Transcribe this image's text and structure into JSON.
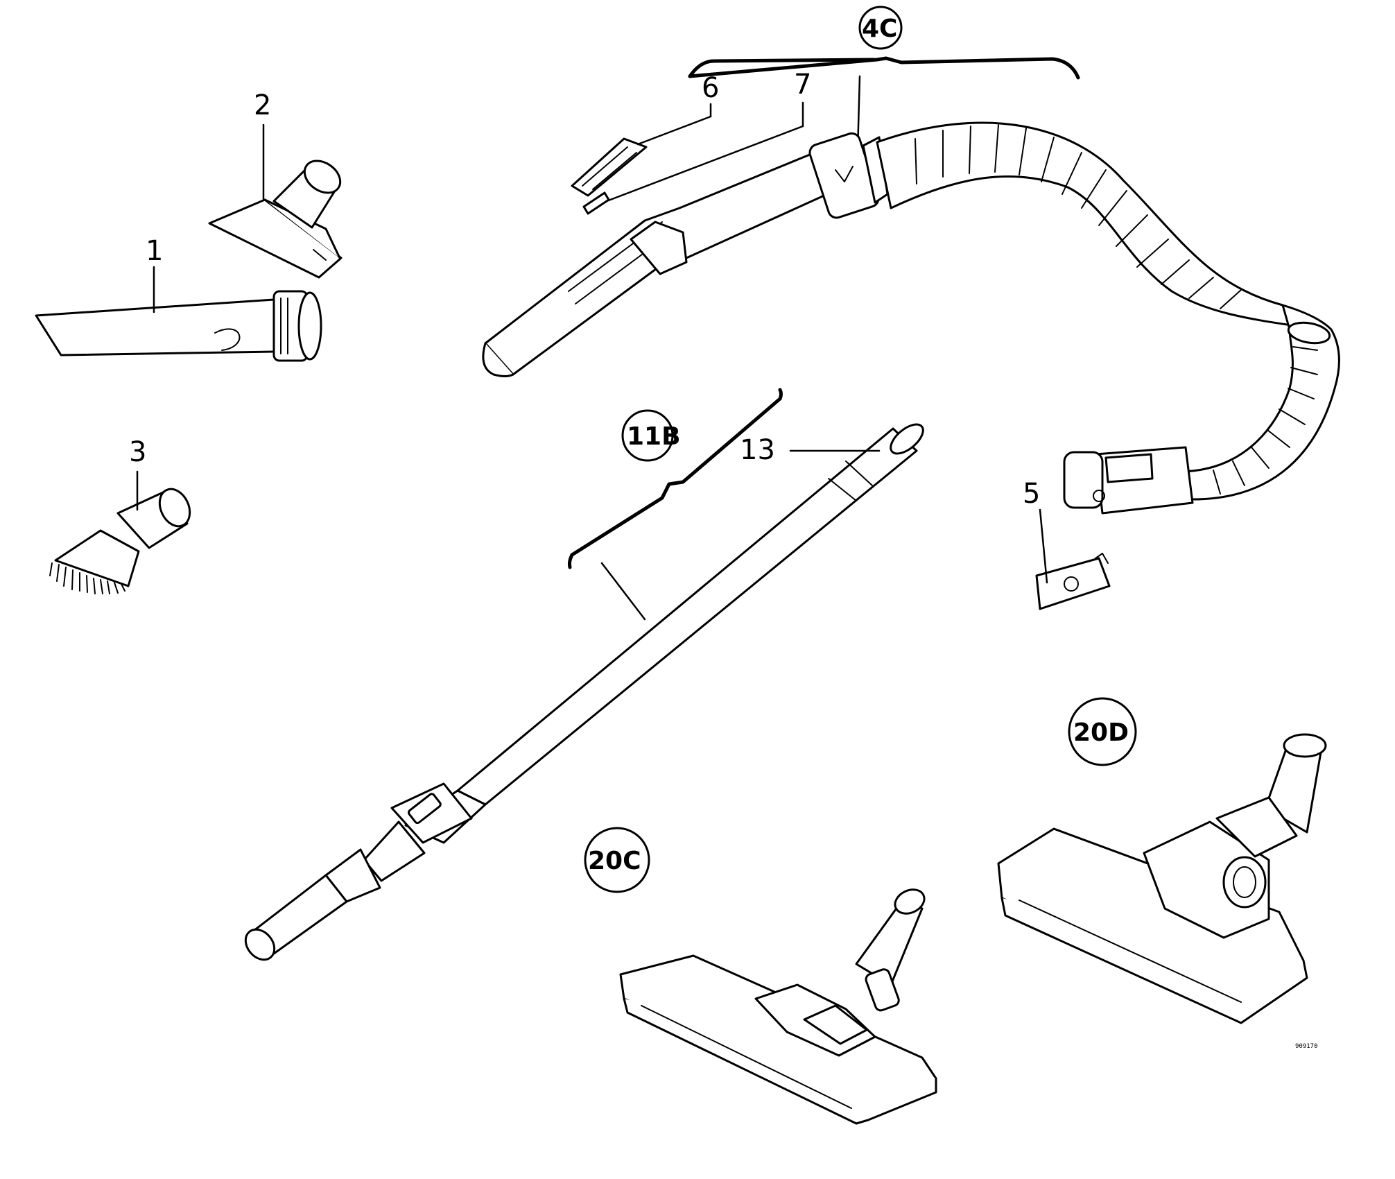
{
  "labels": {
    "p1": "1",
    "p2": "2",
    "p3": "3",
    "p4c": "4C",
    "p5": "5",
    "p6": "6",
    "p7": "7",
    "p11b": "11B",
    "p13": "13",
    "p20c": "20C",
    "p20d": "20D"
  },
  "drawing_code": "909170",
  "colors": {
    "line": "#000000",
    "background": "#ffffff"
  }
}
